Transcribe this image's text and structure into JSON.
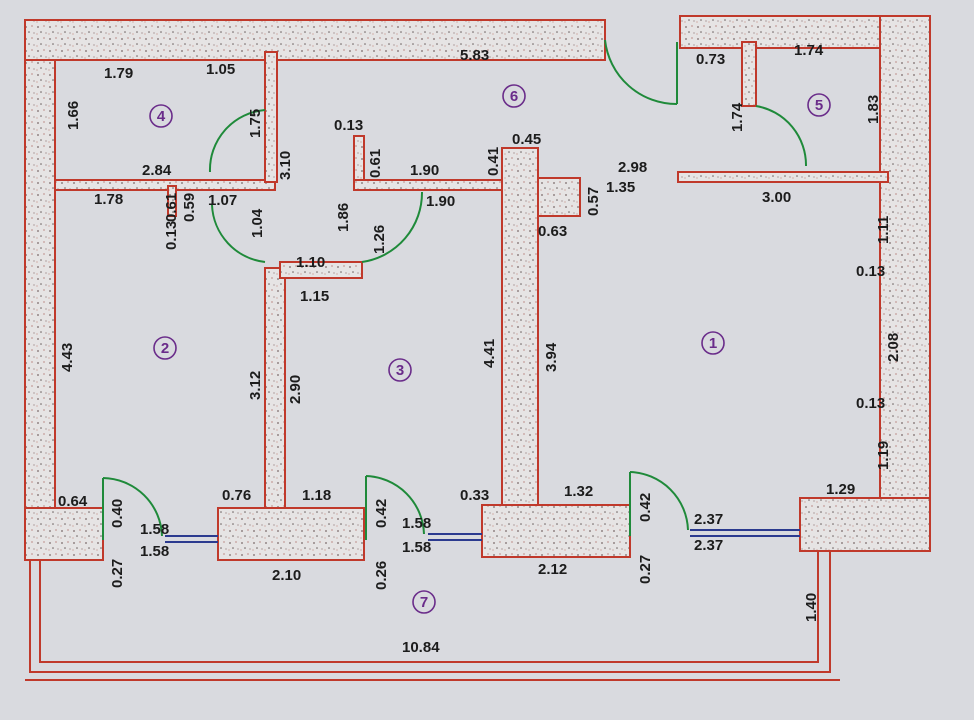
{
  "rooms": [
    "1",
    "2",
    "3",
    "4",
    "5",
    "6",
    "7"
  ],
  "dimensions": {
    "d583": "5.83",
    "d179": "1.79",
    "d105": "1.05",
    "d166": "1.66",
    "d175": "1.75",
    "d310": "3.10",
    "d284": "2.84",
    "d013a": "0.13",
    "d061a": "0.61",
    "d186": "1.86",
    "d190a": "1.90",
    "d190b": "1.90",
    "d041": "0.41",
    "d045": "0.45",
    "d073": "0.73",
    "d174a": "1.74",
    "d174b": "1.74",
    "d183": "1.83",
    "d298": "2.98",
    "d135": "1.35",
    "d057": "0.57",
    "d063": "0.63",
    "d300": "3.00",
    "d111": "1.11",
    "d013b": "0.13",
    "d208": "2.08",
    "d013c": "0.13",
    "d119": "1.19",
    "d129": "1.29",
    "d178": "1.78",
    "d061b": "0.61",
    "d059": "0.59",
    "d107": "1.07",
    "d013d": "0.13",
    "d104": "1.04",
    "d126": "1.26",
    "d110": "1.10",
    "d115": "1.15",
    "d443": "4.43",
    "d312": "3.12",
    "d290": "2.90",
    "d441": "4.41",
    "d394": "3.94",
    "d064": "0.64",
    "d040": "0.40",
    "d158a": "1.58",
    "d158b": "1.58",
    "d076": "0.76",
    "d118": "1.18",
    "d042a": "0.42",
    "d158c": "1.58",
    "d158d": "1.58",
    "d033": "0.33",
    "d132": "1.32",
    "d042b": "0.42",
    "d237a": "2.37",
    "d237b": "2.37",
    "d027a": "0.27",
    "d210": "2.10",
    "d026": "0.26",
    "d212": "2.12",
    "d027b": "0.27",
    "d140": "1.40",
    "d1084": "10.84"
  },
  "colors": {
    "wall_outline": "#c0392b",
    "door": "#1f8a3a",
    "window": "#2b3a8f",
    "room_label": "#6a2c8a",
    "paper": "#d9dadf"
  }
}
